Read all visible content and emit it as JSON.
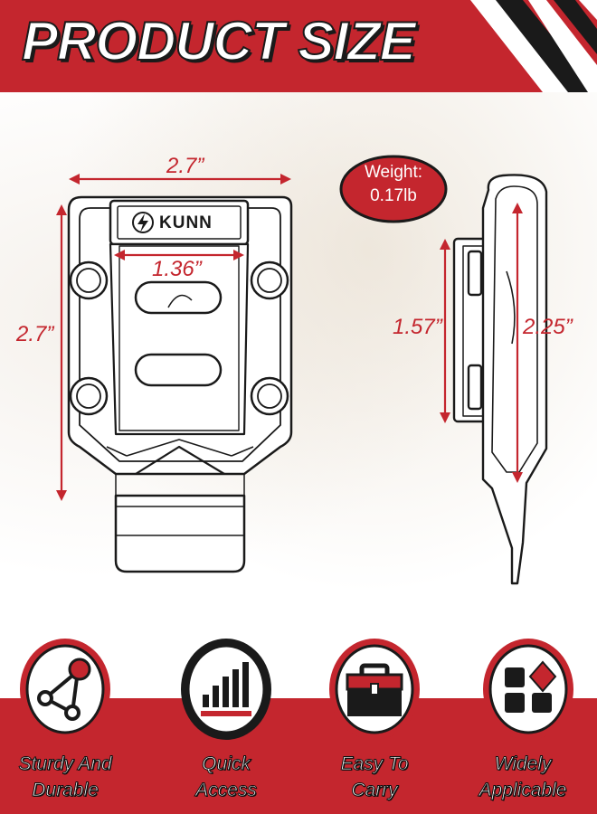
{
  "banner": {
    "title": "PRODUCT SIZE",
    "color": "#c4262e"
  },
  "brand": {
    "logo_text": "KUNN",
    "logo_icon": "lightning-bolt-icon"
  },
  "dimensions": {
    "front_width": "2.7”",
    "front_height": "2.7”",
    "inner_width": "1.36”",
    "side_height": "1.57”",
    "side_clip_height": "2.25”"
  },
  "weight": {
    "line1": "Weight:",
    "line2": "0.17lb"
  },
  "features": [
    {
      "icon": "network-nodes-icon",
      "line1": "Sturdy And",
      "line2": "Durable"
    },
    {
      "icon": "signal-bars-icon",
      "line1": "Quick",
      "line2": "Access"
    },
    {
      "icon": "toolbox-icon",
      "line1": "Easy To",
      "line2": "Carry"
    },
    {
      "icon": "tiles-icon",
      "line1": "Widely",
      "line2": "Applicable"
    }
  ],
  "colors": {
    "accent": "#c4262e",
    "outline": "#1a1a1a",
    "background": "#ffffff"
  }
}
